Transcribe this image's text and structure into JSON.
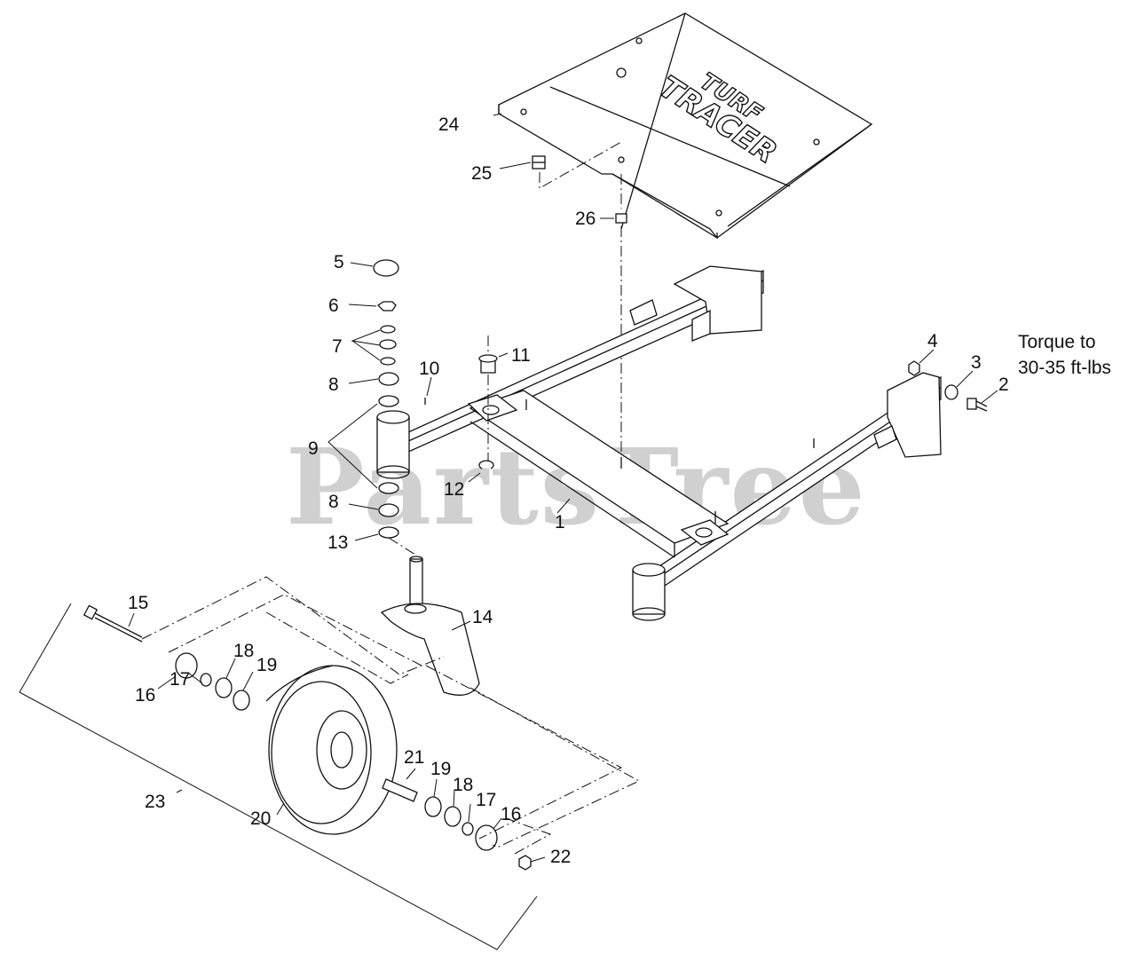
{
  "watermark": "PartsTree",
  "logo": {
    "line1": "TURF",
    "line2": "TRACER"
  },
  "note": {
    "line1": "Torque to",
    "line2": "30-35 ft-lbs"
  },
  "callouts": {
    "c1": "1",
    "c2": "2",
    "c3": "3",
    "c4": "4",
    "c5": "5",
    "c6": "6",
    "c7": "7",
    "c8a": "8",
    "c8b": "8",
    "c9": "9",
    "c10": "10",
    "c11": "11",
    "c12": "12",
    "c13": "13",
    "c14": "14",
    "c15": "15",
    "c16a": "16",
    "c16b": "16",
    "c17a": "17",
    "c17b": "17",
    "c18a": "18",
    "c18b": "18",
    "c19a": "19",
    "c19b": "19",
    "c20": "20",
    "c21": "21",
    "c22": "22",
    "c23": "23",
    "c24": "24",
    "c25": "25",
    "c26": "26"
  }
}
